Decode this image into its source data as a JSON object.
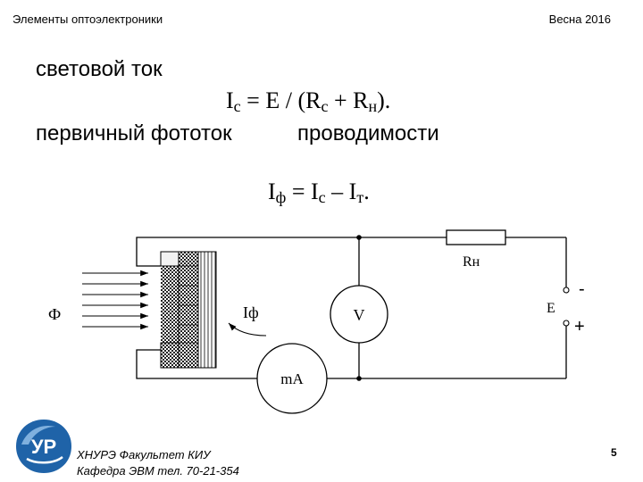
{
  "header": {
    "left": "Элементы оптоэлектроники",
    "right": "Весна 2016"
  },
  "body": {
    "line1": "световой ток",
    "formula1": {
      "lhs": "I",
      "lhs_sub": "c",
      "eq": " = E / (R",
      "sub1": "c",
      "mid": " + R",
      "sub2": "н",
      "end": ")."
    },
    "line2a": "первичный фототок",
    "line2b": "проводимости",
    "formula2": {
      "lhs": "I",
      "lhs_sub": "ф",
      "eq": " = I",
      "sub1": "c",
      "mid": " – I",
      "sub2": "т",
      "end": "."
    }
  },
  "circuit": {
    "label_phi": "Ф",
    "label_iphi": "Iф",
    "label_v": "V",
    "label_ma": "mA",
    "label_rn": "Rн",
    "label_e": "E",
    "label_minus": "-",
    "label_plus": "+"
  },
  "footer": {
    "line1": "ХНУРЭ Факультет КИУ",
    "line2": "Кафедра ЭВМ   тел. 70-21-354",
    "page": "5",
    "logo_icon": "university-logo-icon",
    "logo_color": "#1f63a8"
  }
}
